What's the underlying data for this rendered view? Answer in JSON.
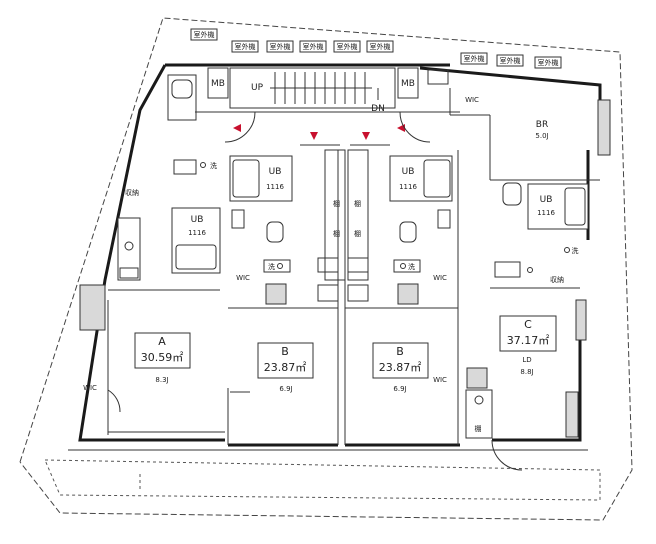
{
  "units": [
    {
      "id": "A",
      "letter": "A",
      "area": "30.59㎡",
      "ld": "8.3J"
    },
    {
      "id": "B1",
      "letter": "B",
      "area": "23.87㎡",
      "ld": "6.9J"
    },
    {
      "id": "B2",
      "letter": "B",
      "area": "23.87㎡",
      "ld": "6.9J"
    },
    {
      "id": "C",
      "letter": "C",
      "area": "37.17㎡",
      "ld": "8.8J",
      "ld_label": "LD"
    }
  ],
  "br": {
    "label": "BR",
    "size": "5.0J",
    "wic": "WIC"
  },
  "stairs": {
    "up": "UP",
    "dn": "DN"
  },
  "mb": "MB",
  "ub": {
    "label": "UB",
    "size": "1116"
  },
  "wic": "WIC",
  "wash": "洗",
  "storage": "収納",
  "shelf": "棚",
  "outdoor_unit": "室外機"
}
